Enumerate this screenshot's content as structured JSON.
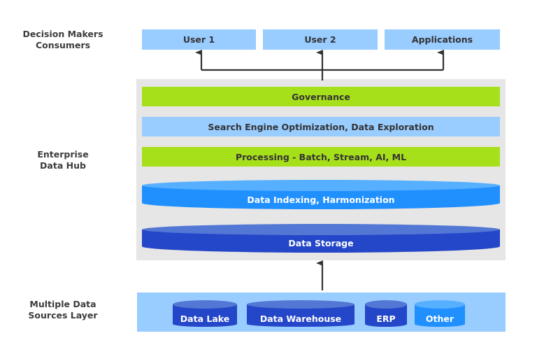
{
  "layers": {
    "consumers_label_line1": "Decision Makers",
    "consumers_label_line2": "Consumers",
    "hub_label_line1": "Enterprise",
    "hub_label_line2": "Data Hub",
    "sources_label_line1": "Multiple Data",
    "sources_label_line2": "Sources Layer"
  },
  "consumers": [
    {
      "label": "User 1"
    },
    {
      "label": "User 2"
    },
    {
      "label": "Applications"
    }
  ],
  "hub": {
    "governance": "Governance",
    "search": "Search Engine Optimization, Data Exploration",
    "processing": "Processing - Batch, Stream, AI, ML",
    "indexing": "Data Indexing, Harmonization",
    "storage": "Data Storage"
  },
  "sources": [
    {
      "label": "Data Lake"
    },
    {
      "label": "Data Warehouse"
    },
    {
      "label": "ERP"
    },
    {
      "label": "Other"
    }
  ],
  "colors": {
    "green": "#a6e01a",
    "light_blue": "#99ccff",
    "mid_blue": "#2090ff",
    "dark_blue": "#2446c8",
    "hub_bg": "#e6e6e6",
    "arrow": "#333333"
  }
}
